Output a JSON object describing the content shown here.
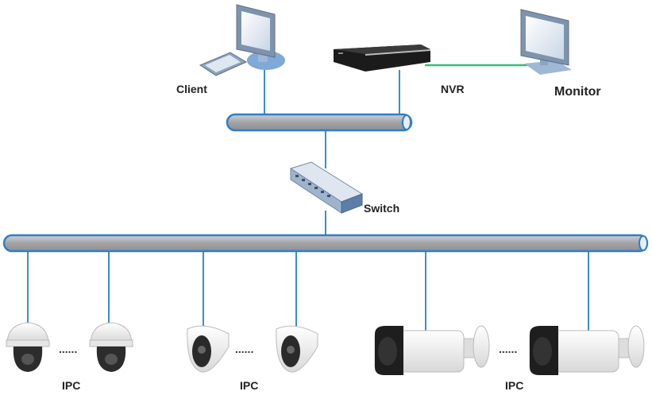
{
  "nodes": {
    "client": "Client",
    "nvr": "NVR",
    "monitor": "Monitor",
    "switch": "Switch",
    "ipc_groups": [
      "IPC",
      "IPC",
      "IPC"
    ]
  },
  "colors": {
    "network_line": "#3a8fc9",
    "video_out_line": "#3cb878",
    "pipe_fill": "#a9a9ad",
    "pipe_border": "#2f7fc6"
  }
}
